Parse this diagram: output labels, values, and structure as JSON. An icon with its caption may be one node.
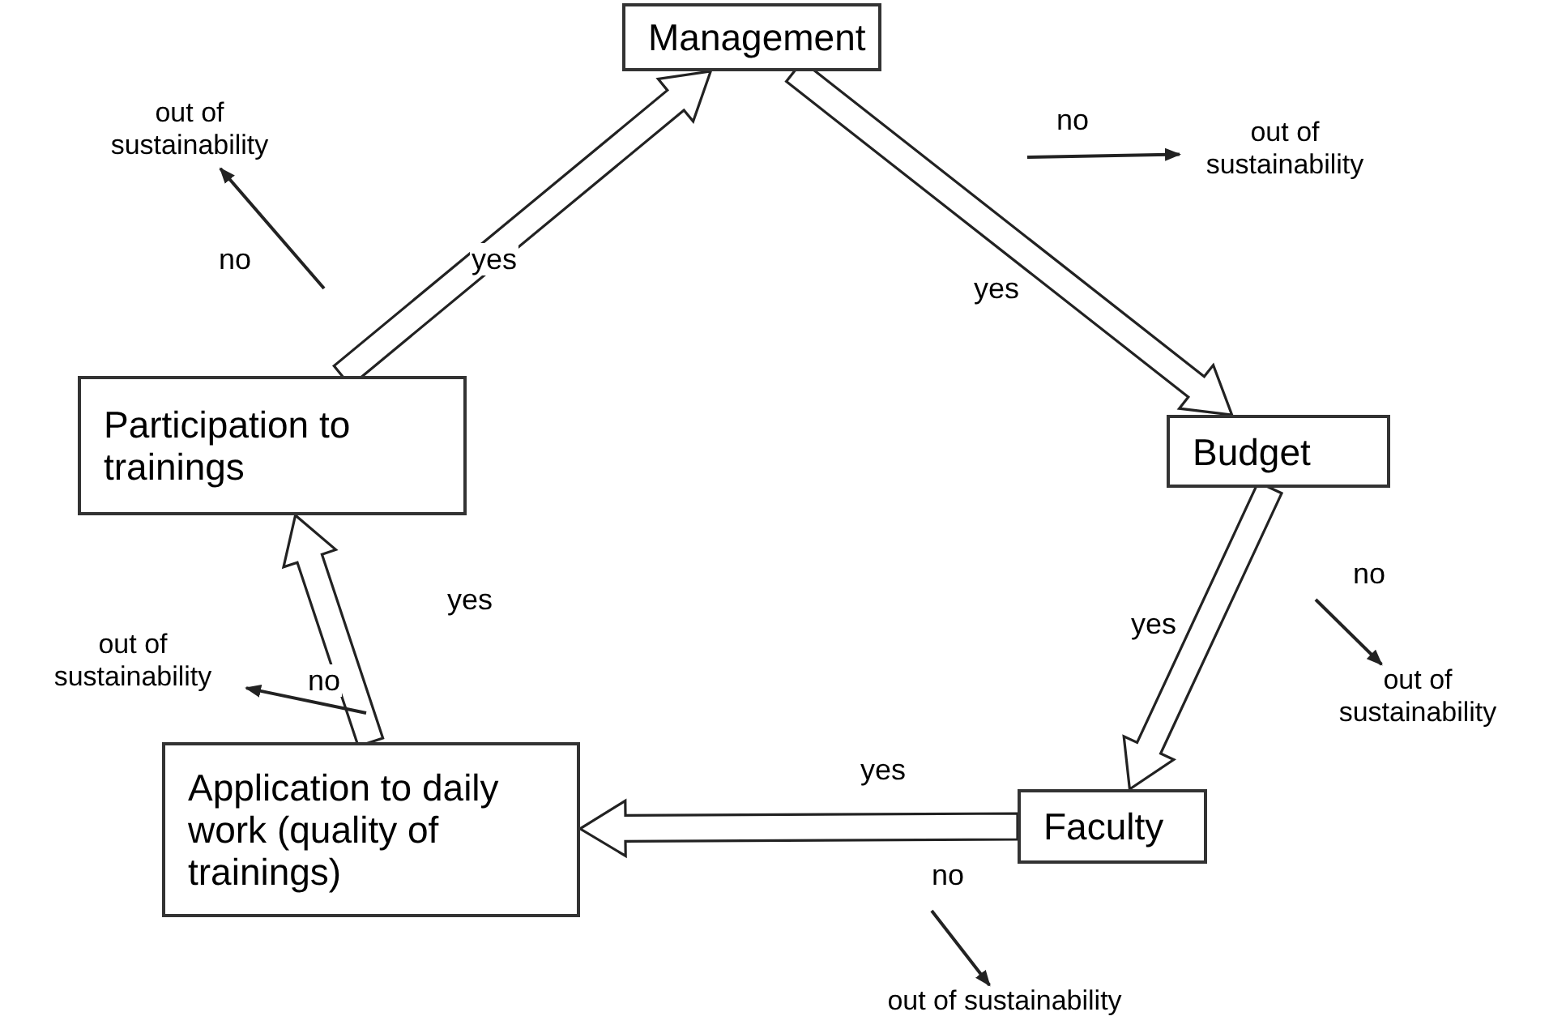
{
  "diagram": {
    "nodes": [
      {
        "text": [
          "Management"
        ]
      },
      {
        "text": [
          "Budget"
        ]
      },
      {
        "text": [
          "Faculty"
        ]
      },
      {
        "text": [
          "Application to daily work (quality of trainings)"
        ]
      },
      {
        "text": [
          "Participation to trainings"
        ]
      },
      {
        "text": [
          "out of sustainability"
        ]
      },
      {
        "text": [
          "out of sustainability"
        ]
      },
      {
        "text": [
          "out of sustainability"
        ]
      },
      {
        "text": [
          "out of sustainability"
        ]
      },
      {
        "text": [
          "out of sustainability"
        ]
      }
    ],
    "edges": [
      {
        "from": 4,
        "to": 0,
        "arrow": "to",
        "label": "yes",
        "style": "thick"
      },
      {
        "from": 0,
        "to": 1,
        "arrow": "to",
        "label": "yes",
        "style": "thick"
      },
      {
        "from": 1,
        "to": 2,
        "arrow": "to",
        "label": "yes",
        "style": "thick"
      },
      {
        "from": 2,
        "to": 3,
        "arrow": "to",
        "label": "yes",
        "style": "thick"
      },
      {
        "from": 3,
        "to": 4,
        "arrow": "to",
        "label": "yes",
        "style": "thick"
      },
      {
        "from": null,
        "to": 5,
        "arrow": "to",
        "label": "no"
      },
      {
        "from": null,
        "to": 6,
        "arrow": "to",
        "label": "no"
      },
      {
        "from": null,
        "to": 7,
        "arrow": "to",
        "label": "no"
      },
      {
        "from": null,
        "to": 8,
        "arrow": "to",
        "label": "no"
      },
      {
        "from": null,
        "to": 9,
        "arrow": "to",
        "label": "no"
      }
    ]
  }
}
